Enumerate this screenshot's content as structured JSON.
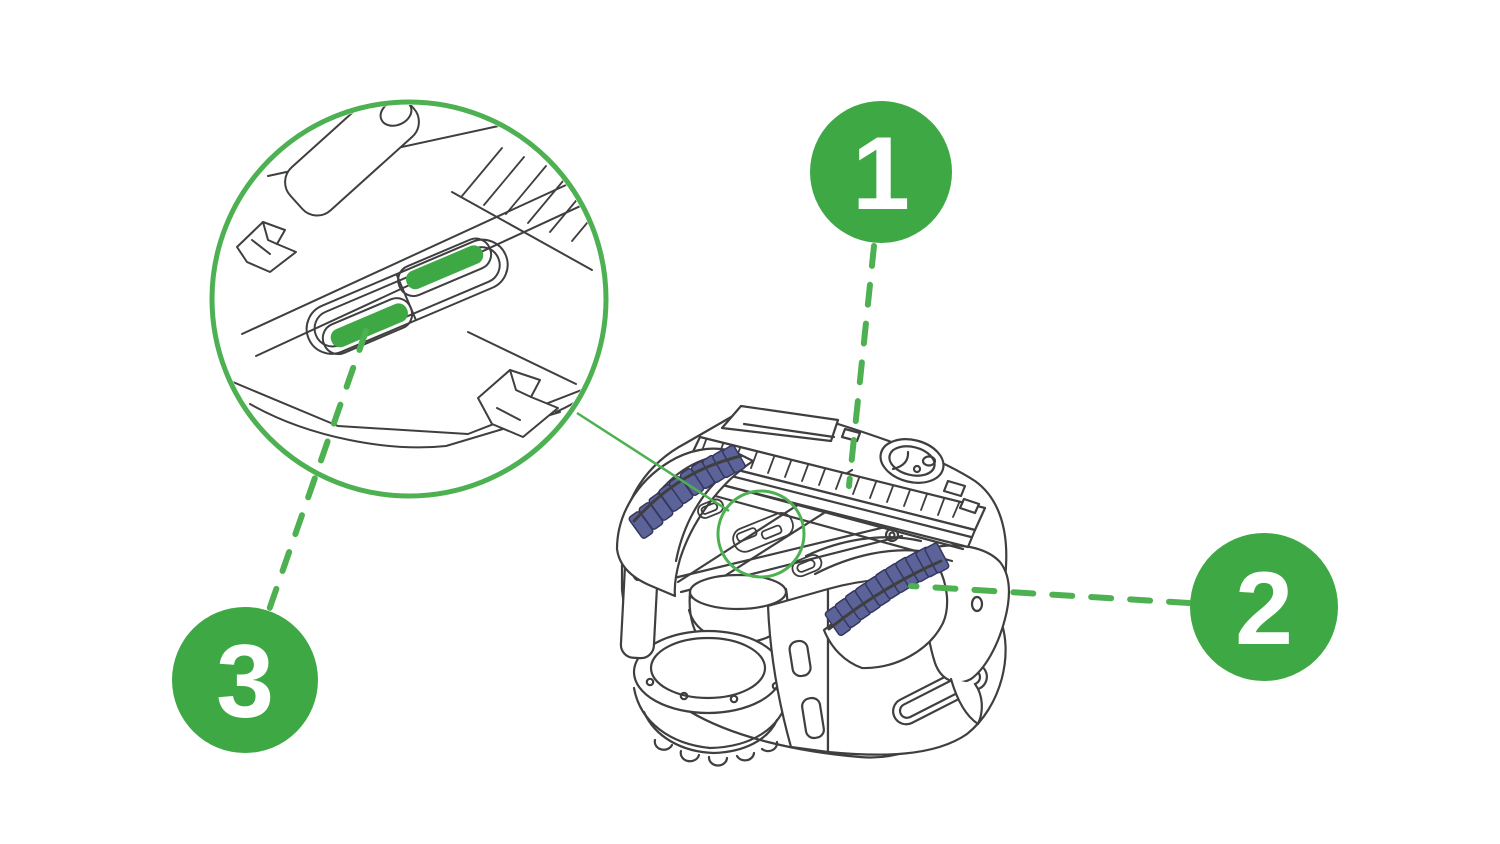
{
  "figure": {
    "background": "#ffffff",
    "accent_green": "#3EA944",
    "dash_green": "#4DB151",
    "line_gray": "#3F3F3F",
    "wheel_blue": "#5C6398",
    "wheel_blue_dark": "#34375F"
  },
  "callouts": [
    {
      "label": "1"
    },
    {
      "label": "2"
    },
    {
      "label": "3"
    }
  ],
  "icons": {
    "magnifier_ring": "zoom-detail-ring",
    "highlight_ring": "part-location-ring",
    "latch_tabs": "green-latch-tabs"
  }
}
